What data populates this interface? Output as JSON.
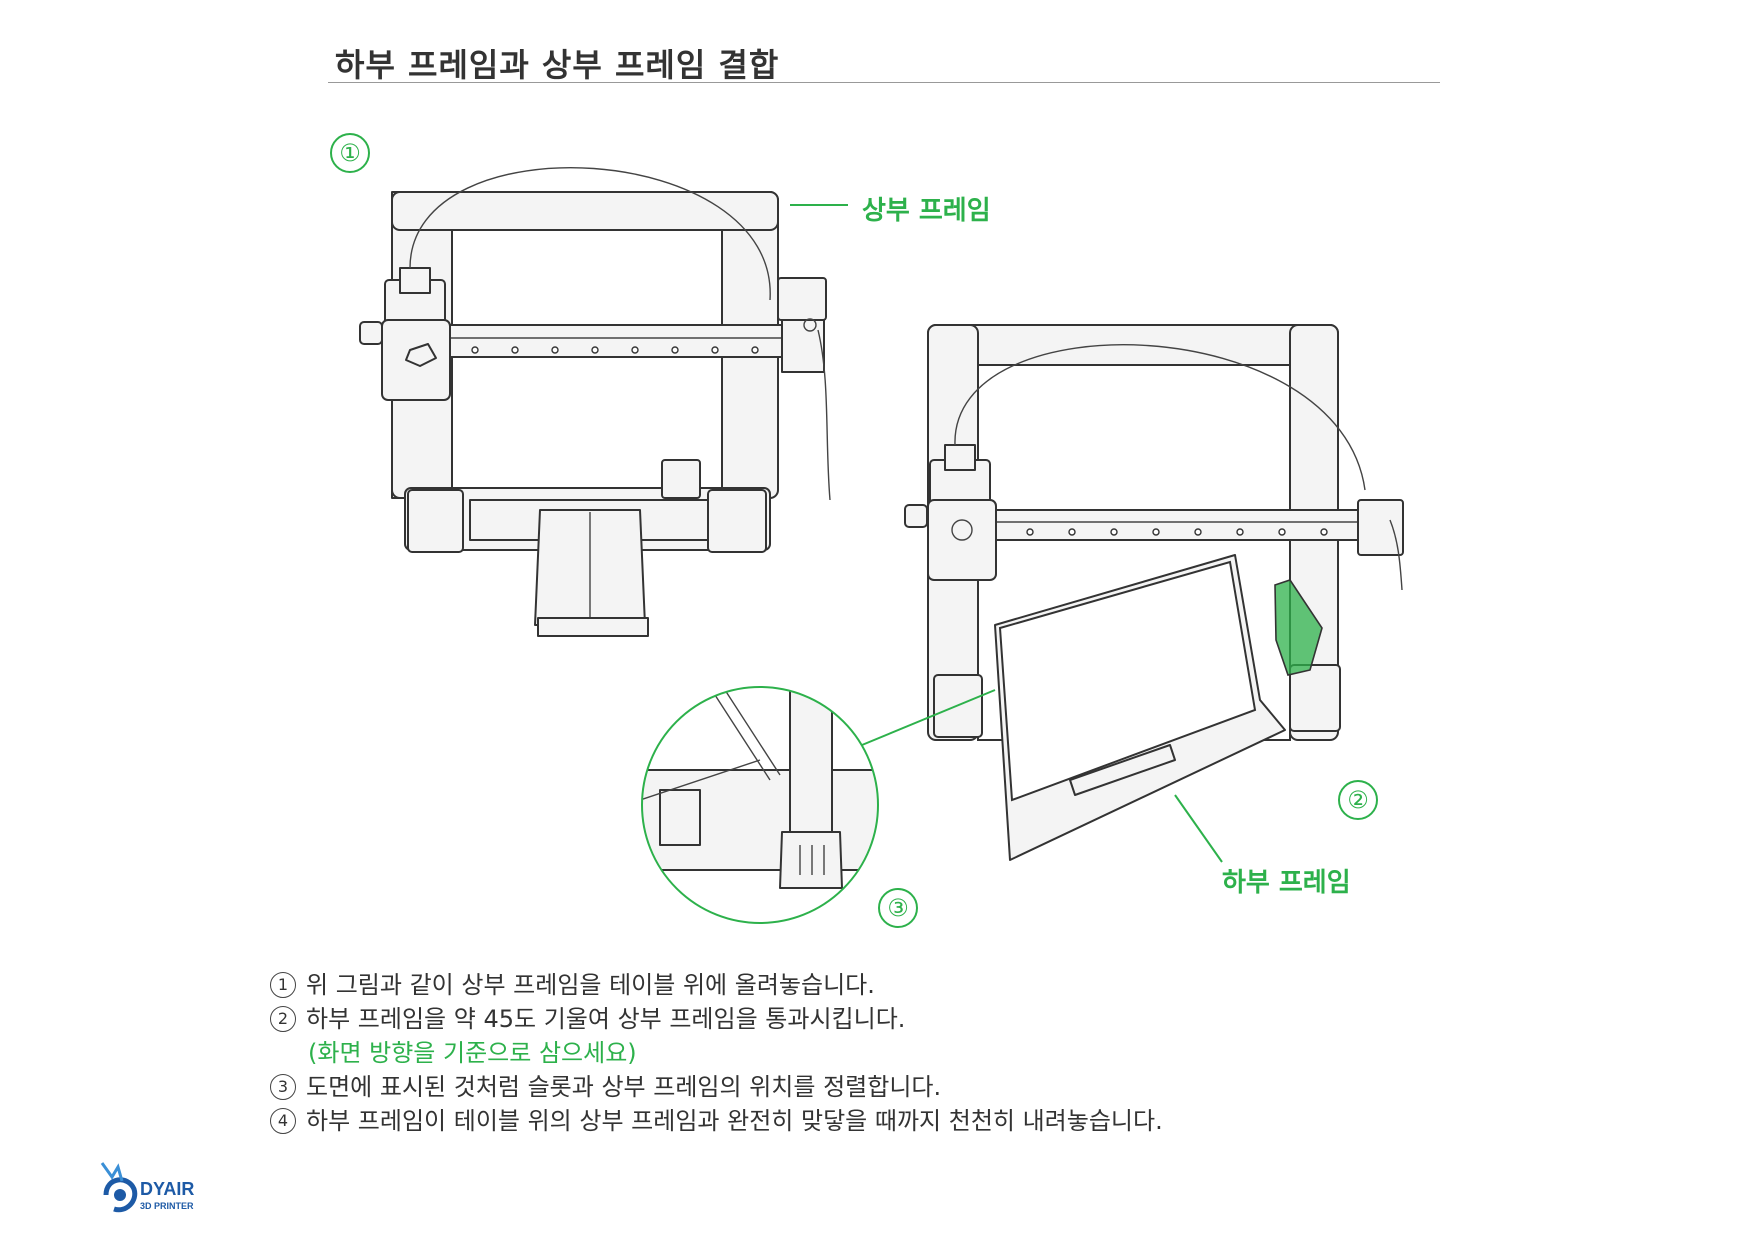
{
  "title": "하부 프레임과 상부 프레임 결합",
  "figure": {
    "label_upper": "상부 프레임",
    "label_lower": "하부 프레임",
    "num_1": "①",
    "num_2": "②",
    "num_3": "③",
    "colors": {
      "accent": "#2db14b",
      "line": "#333333"
    }
  },
  "steps": [
    {
      "num": "1",
      "text": "위 그림과 같이 상부 프레임을 테이블 위에 올려놓습니다."
    },
    {
      "num": "2",
      "text": "하부 프레임을 약 45도 기울여 상부 프레임을 통과시킵니다.",
      "note": "(화면 방향을 기준으로 삼으세요)"
    },
    {
      "num": "3",
      "text": "도면에 표시된 것처럼 슬롯과 상부 프레임의 위치를 정렬합니다."
    },
    {
      "num": "4",
      "text": "하부 프레임이 테이블 위의 상부 프레임과 완전히 맞닿을 때까지 천천히 내려놓습니다."
    }
  ],
  "logo": {
    "line1": "DYAIR",
    "line2": "3D PRINTER",
    "color": "#1d5aa6"
  }
}
